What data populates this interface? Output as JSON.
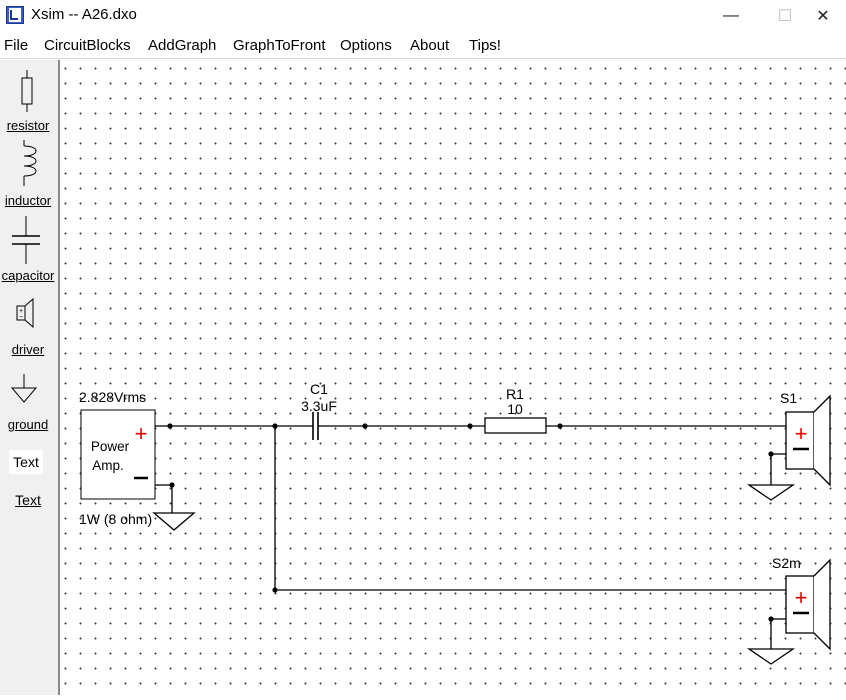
{
  "window": {
    "title": "Xsim -- A26.dxo",
    "minimize_glyph": "—",
    "maximize_glyph": "☐",
    "close_glyph": "✕"
  },
  "menu": [
    "File",
    "CircuitBlocks",
    "AddGraph",
    "GraphToFront",
    "Options",
    "About",
    "Tips!"
  ],
  "palette": {
    "resistor": "resistor",
    "inductor": "inductor",
    "capacitor": "capacitor",
    "driver": "driver",
    "ground": "ground",
    "text_sample": "Text",
    "text": "Text"
  },
  "circuit": {
    "source_voltage": "2.828Vrms",
    "source_name_line1": "Power",
    "source_name_line2": "Amp.",
    "source_plus": "+",
    "source_minus": "−",
    "source_rating": "1W (8 ohm)",
    "c1_name": "C1",
    "c1_value": "3.3uF",
    "r1_name": "R1",
    "r1_value": "10",
    "s1_name": "S1",
    "s2_name": "S2m",
    "speaker_plus": "+",
    "speaker_minus": "−"
  },
  "colors": {
    "polarity_plus": "#e00000",
    "wire": "#000000",
    "palette_bg": "#f0f0f0"
  }
}
